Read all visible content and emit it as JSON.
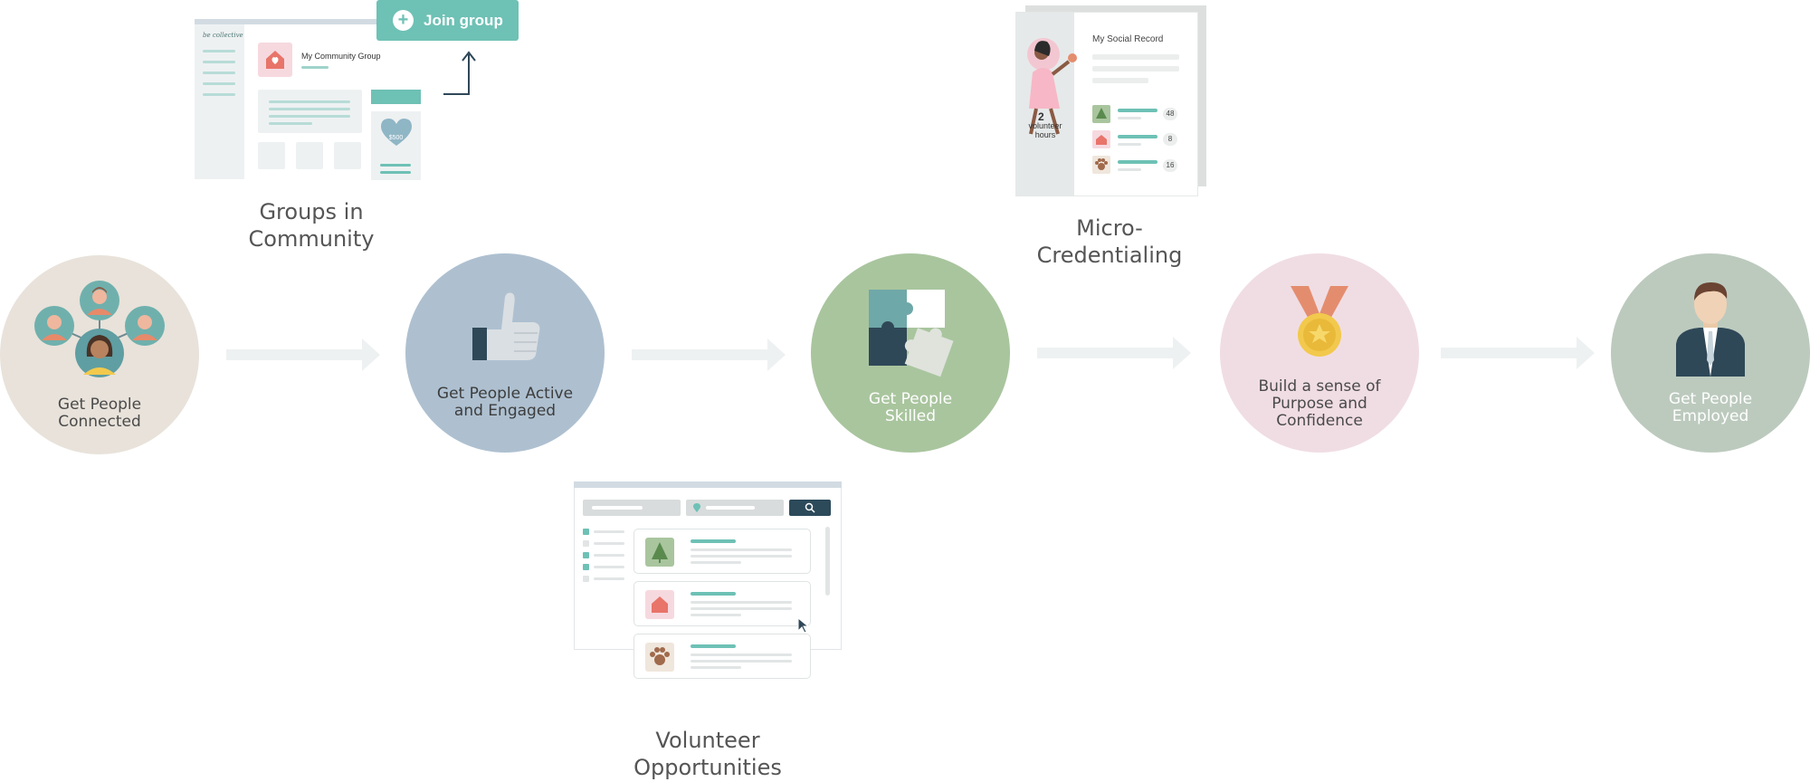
{
  "stages": [
    {
      "id": "connected",
      "lines": [
        "Get People",
        "Connected"
      ],
      "color": "#e8e2da",
      "text_color": "#4a4a4a"
    },
    {
      "id": "active",
      "lines": [
        "Get People Active",
        "and Engaged"
      ],
      "color": "#aec0d0",
      "text_color": "#3d3d3d"
    },
    {
      "id": "skilled",
      "lines": [
        "Get People",
        "Skilled"
      ],
      "color": "#a9c59e",
      "text_color": "#ffffff"
    },
    {
      "id": "purpose",
      "lines": [
        "Build a sense of",
        "Purpose and",
        "Confidence"
      ],
      "color": "#f0dde3",
      "text_color": "#4a4a4a"
    },
    {
      "id": "employed",
      "lines": [
        "Get People",
        "Employed"
      ],
      "color": "#bccabe",
      "text_color": "#ffffff"
    }
  ],
  "features": {
    "groups": {
      "caption": [
        "Groups in",
        "Community"
      ],
      "brand": "be collective",
      "group_name": "My Community Group",
      "donation_amount": "$500",
      "join_button": "Join group"
    },
    "record": {
      "caption": [
        "Micro-",
        "Credentialing"
      ],
      "title": "My Social Record",
      "volunteer_hours_value": "2",
      "volunteer_hours_label": [
        "volunteer",
        "hours"
      ],
      "counts": [
        "48",
        "8",
        "16"
      ]
    },
    "volunteer": {
      "caption": [
        "Volunteer",
        "Opportunities"
      ]
    }
  },
  "colors": {
    "accent_teal": "#6ec1b5",
    "arrow": "#eef1f1",
    "dark_navy": "#2c4a5a"
  }
}
